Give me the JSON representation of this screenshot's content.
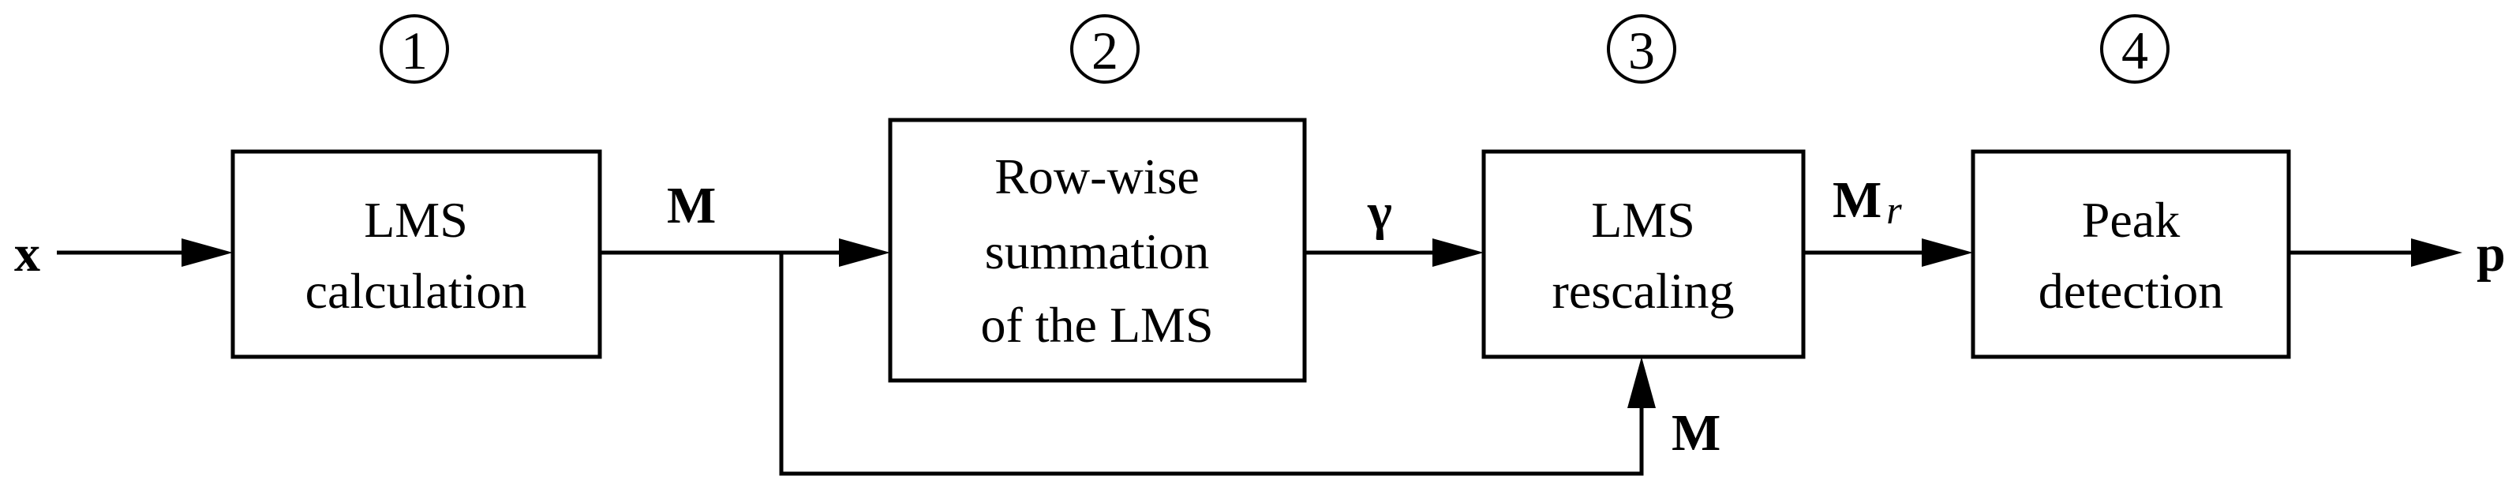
{
  "stages": [
    {
      "number": "1",
      "label_lines": [
        "LMS",
        "calculation"
      ]
    },
    {
      "number": "2",
      "label_lines": [
        "Row-wise",
        "summation",
        "of the LMS"
      ]
    },
    {
      "number": "3",
      "label_lines": [
        "LMS",
        "rescaling"
      ]
    },
    {
      "number": "4",
      "label_lines": [
        "Peak",
        "detection"
      ]
    }
  ],
  "signals": {
    "input": "x",
    "after_stage1": "M",
    "after_stage2": "γ",
    "feedback": "M",
    "after_stage3_main": "M",
    "after_stage3_sub": "r",
    "output": "p"
  }
}
